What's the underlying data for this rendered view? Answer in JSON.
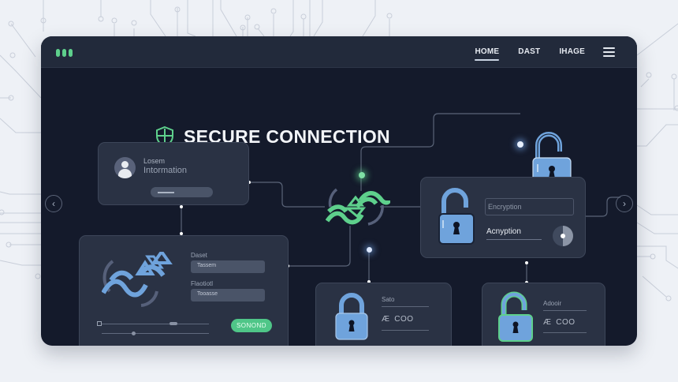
{
  "window": {
    "traffic_dots_color": "#5ed08c"
  },
  "nav": {
    "items": [
      {
        "label": "HOME",
        "active": true
      },
      {
        "label": "DAST",
        "active": false
      },
      {
        "label": "IHAGE",
        "active": false
      }
    ],
    "menu_icon": "hamburger-icon"
  },
  "header": {
    "title": "SECURE CONNECTION",
    "icon": "shield-icon"
  },
  "profile_card": {
    "line1": "Losem",
    "line2": "Intormation",
    "avatar_icon": "user-avatar-icon"
  },
  "form_card": {
    "field1_label": "Daset",
    "field1_value": "Tassem",
    "field2_label": "Flaotiotl",
    "field2_value": "Tooasse",
    "button_label": "SONOND",
    "logo_icon": "chain-link-logo-icon"
  },
  "encryption_card": {
    "field1_value": "Encryption",
    "field2_label": "Acnyption",
    "lock_icon": "unlocked-padlock-icon",
    "dial_icon": "progress-dial-icon"
  },
  "safe_card": {
    "label": "Sato",
    "meta": "Æ  COO",
    "lock_icon": "locked-padlock-icon"
  },
  "adoor_card": {
    "label": "Adooir",
    "meta": "Æ  COO",
    "lock_icon": "unlocked-padlock-icon"
  },
  "hub": {
    "icon": "chain-link-hub-icon"
  },
  "top_lock": {
    "icon": "unlocked-padlock-icon"
  },
  "carousel": {
    "prev": "‹",
    "next": "›"
  },
  "colors": {
    "accent_green": "#5ed08c",
    "accent_blue": "#6fa3dc",
    "panel": "#2a3244",
    "background": "#141a2b"
  }
}
